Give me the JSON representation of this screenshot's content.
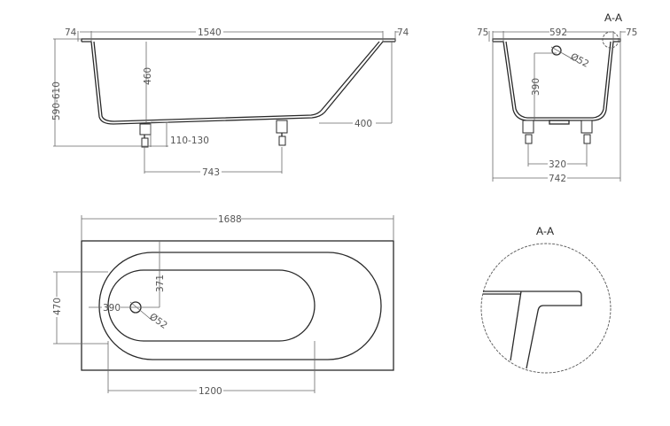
{
  "side_view": {
    "rim_left": "74",
    "length": "1540",
    "rim_right": "74",
    "total_height": "590-610",
    "depth": "460",
    "leg_adjust": "110-130",
    "leg_spacing": "743",
    "slope_offset": "400"
  },
  "end_view": {
    "section_label": "A-A",
    "rim_left": "75",
    "width": "592",
    "rim_right": "75",
    "drain_diameter": "Ø52",
    "drain_height": "390",
    "leg_spacing": "320",
    "total_width": "742"
  },
  "top_view": {
    "total_length": "1688",
    "width": "470",
    "drain_offset_x": "390",
    "drain_offset_y": "371",
    "drain_diameter": "Ø52",
    "inner_length": "1200"
  },
  "detail_view": {
    "label": "A-A"
  }
}
